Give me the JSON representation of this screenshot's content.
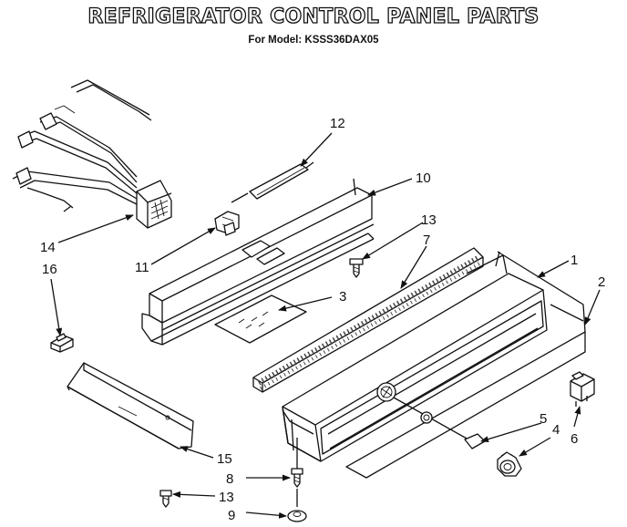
{
  "diagram": {
    "title": "REFRIGERATOR CONTROL PANEL PARTS",
    "subtitle": "For Model: KSSS36DAX05"
  },
  "callouts": {
    "c1": "1",
    "c2": "2",
    "c3": "3",
    "c4": "4",
    "c5": "5",
    "c6": "6",
    "c7": "7",
    "c8": "8",
    "c9": "9",
    "c10": "10",
    "c11": "11",
    "c12": "12",
    "c13a": "13",
    "c13b": "13",
    "c14": "14",
    "c15": "15",
    "c16": "16"
  },
  "colors": {
    "ink": "#111111",
    "paper": "#ffffff",
    "foam": "#444444"
  }
}
